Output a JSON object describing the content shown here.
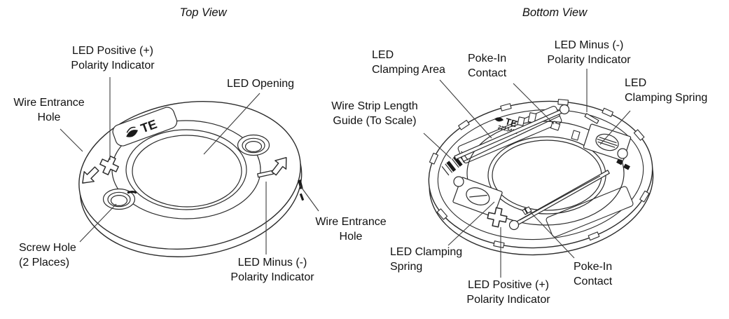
{
  "page": {
    "background": "#ffffff",
    "text_color": "#111111",
    "line_color": "#2b2b2b"
  },
  "top_view": {
    "title": "Top View",
    "logo_text": "TE",
    "labels": {
      "led_positive": "LED Positive (+)\nPolarity Indicator",
      "led_opening": "LED Opening",
      "wire_entrance_left": "Wire Entrance\nHole",
      "screw_hole": "Screw Hole\n(2 Places)",
      "led_minus": "LED Minus (-)\nPolarity Indicator",
      "wire_entrance_right": "Wire Entrance\nHole"
    },
    "markings": {
      "positive": "+",
      "negative": "-"
    }
  },
  "bottom_view": {
    "title": "Bottom View",
    "logo_text": "TE",
    "part_code": "2213456",
    "labels": {
      "led_clamping_area": "LED\nClamping Area",
      "poke_in_contact_top": "Poke-In\nContact",
      "led_minus": "LED Minus (-)\nPolarity Indicator",
      "led_clamping_spring_right": "LED\nClamping Spring",
      "wire_strip_guide": "Wire Strip Length\nGuide (To Scale)",
      "led_clamping_spring_left": "LED Clamping\nSpring",
      "led_positive": "LED Positive (+)\nPolarity Indicator",
      "poke_in_contact_bottom": "Poke-In\nContact"
    },
    "markings": {
      "positive": "+",
      "negative": "-"
    }
  }
}
